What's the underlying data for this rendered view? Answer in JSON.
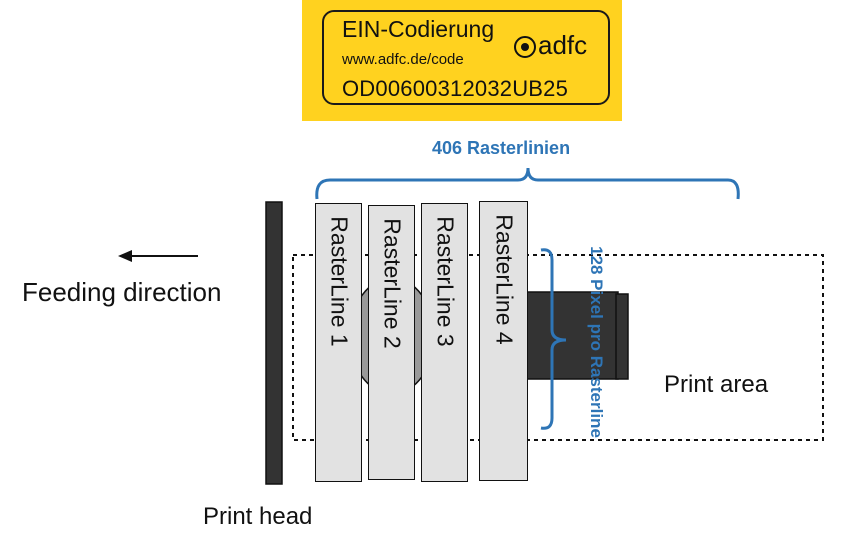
{
  "label": {
    "title": "EIN-Codierung",
    "url": "www.adfc.de/code",
    "code": "OD00600312032UB25",
    "logo_text": "adfc",
    "background": "#FFD21F"
  },
  "raster_count_label": "406 Rasterlinien",
  "pixels_label": "128 Pixel pro Rasterline",
  "feeding_direction_label": "Feeding direction",
  "print_head_label": "Print head",
  "print_area_label": "Print area",
  "raster_lines": [
    "RasterLine 1",
    "RasterLine 2",
    "RasterLine 3",
    "RasterLine 4"
  ],
  "colors": {
    "annotation": "#2E75B6",
    "raster_fill": "#e2e2e2",
    "head": "#333333"
  }
}
